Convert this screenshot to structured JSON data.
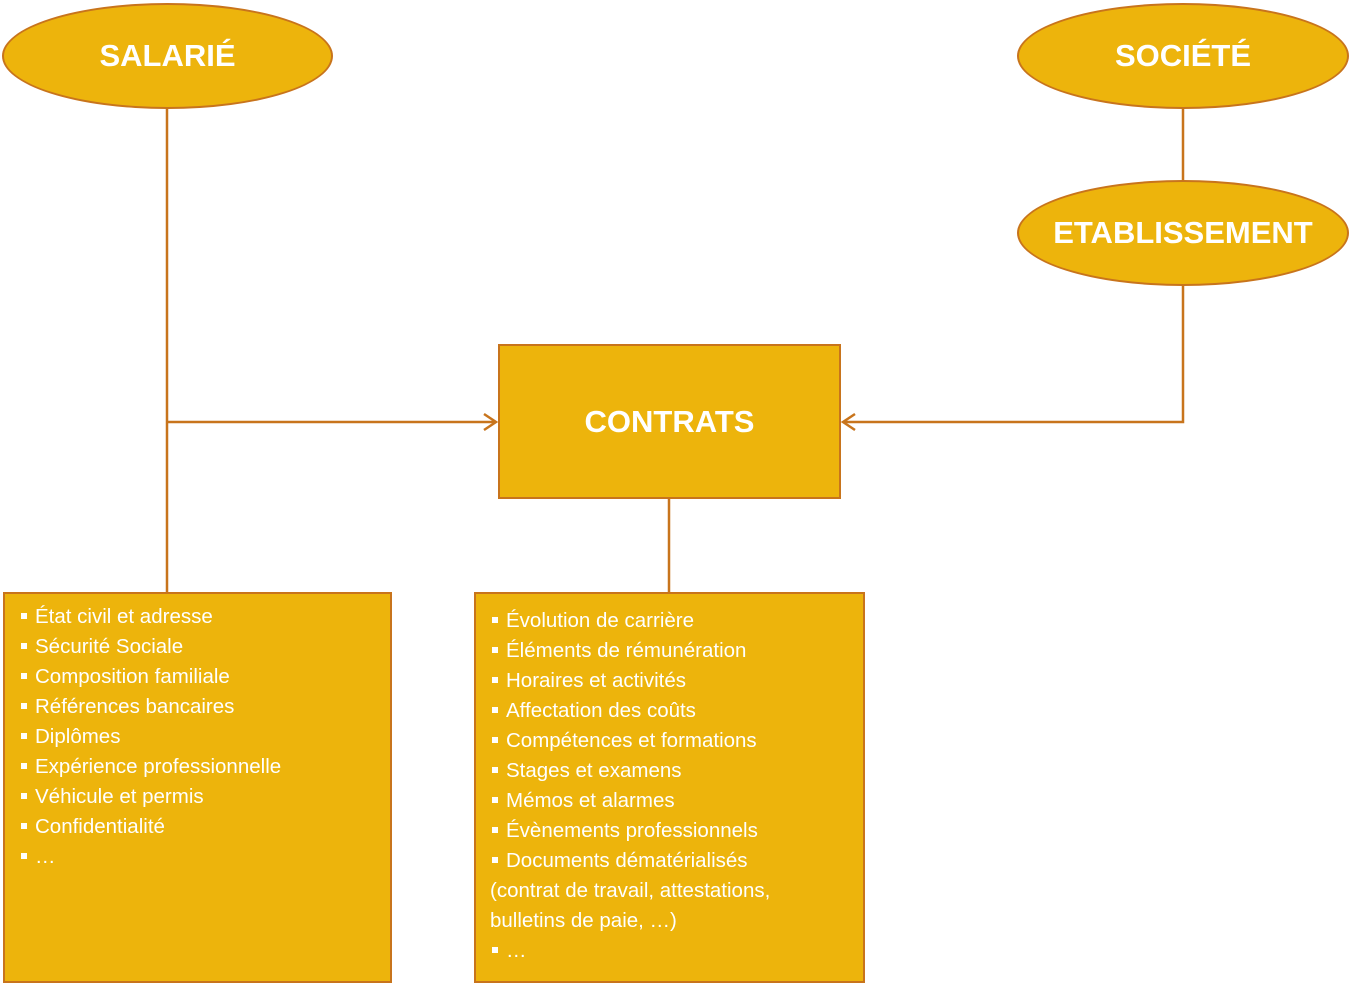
{
  "nodes": {
    "salarie": "SALARIÉ",
    "societe": "SOCIÉTÉ",
    "etablissement": "ETABLISSEMENT",
    "contrats": "CONTRATS"
  },
  "salarie_items": [
    "État civil et adresse",
    "Sécurité Sociale",
    "Composition familiale",
    "Références bancaires",
    "Diplômes",
    "Expérience professionnelle",
    "Véhicule et permis",
    "Confidentialité",
    "…"
  ],
  "contrats_items": [
    "Évolution de carrière",
    "Éléments de rémunération",
    "Horaires et activités",
    "Affectation des coûts",
    "Compétences et formations",
    "Stages et examens",
    "Mémos et alarmes",
    "Évènements professionnels",
    "Documents dématérialisés"
  ],
  "contrats_items_continuation": [
    "(contrat de travail, attestations,",
    "bulletins de paie, …)"
  ],
  "contrats_items_last": "…",
  "colors": {
    "fill": "#EDB40C",
    "stroke": "#C8741C",
    "text": "#FFFFFF"
  }
}
